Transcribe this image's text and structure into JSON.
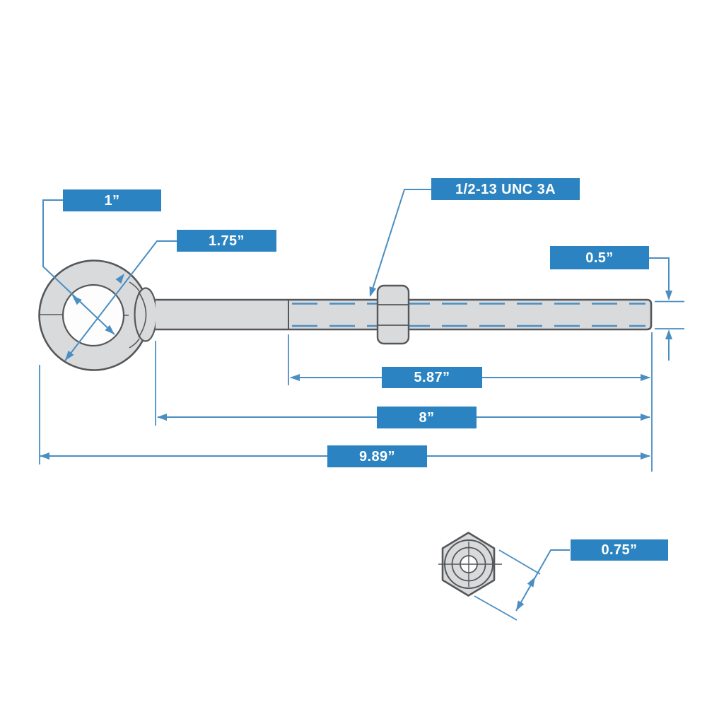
{
  "figure": {
    "type": "technical-dimension-drawing",
    "subject": "shoulder eye bolt with hex nut, side view and nut end view",
    "background": "#ffffff"
  },
  "colors": {
    "label_background": "#2b84c1",
    "label_text": "#ffffff",
    "dimension_line": "#4a8ec2",
    "part_outline": "#55575a",
    "metal_fill": "#d9dadb",
    "hole_fill": "#fdfdfd"
  },
  "labels": {
    "eye_inner_diameter": "1”",
    "eye_outer_diameter": "1.75”",
    "thread_spec": "1/2-13 UNC 3A",
    "shank_diameter": "0.5”",
    "thread_length": "5.87”",
    "shank_length": "8”",
    "overall_length": "9.89”",
    "nut_width": "0.75”"
  }
}
